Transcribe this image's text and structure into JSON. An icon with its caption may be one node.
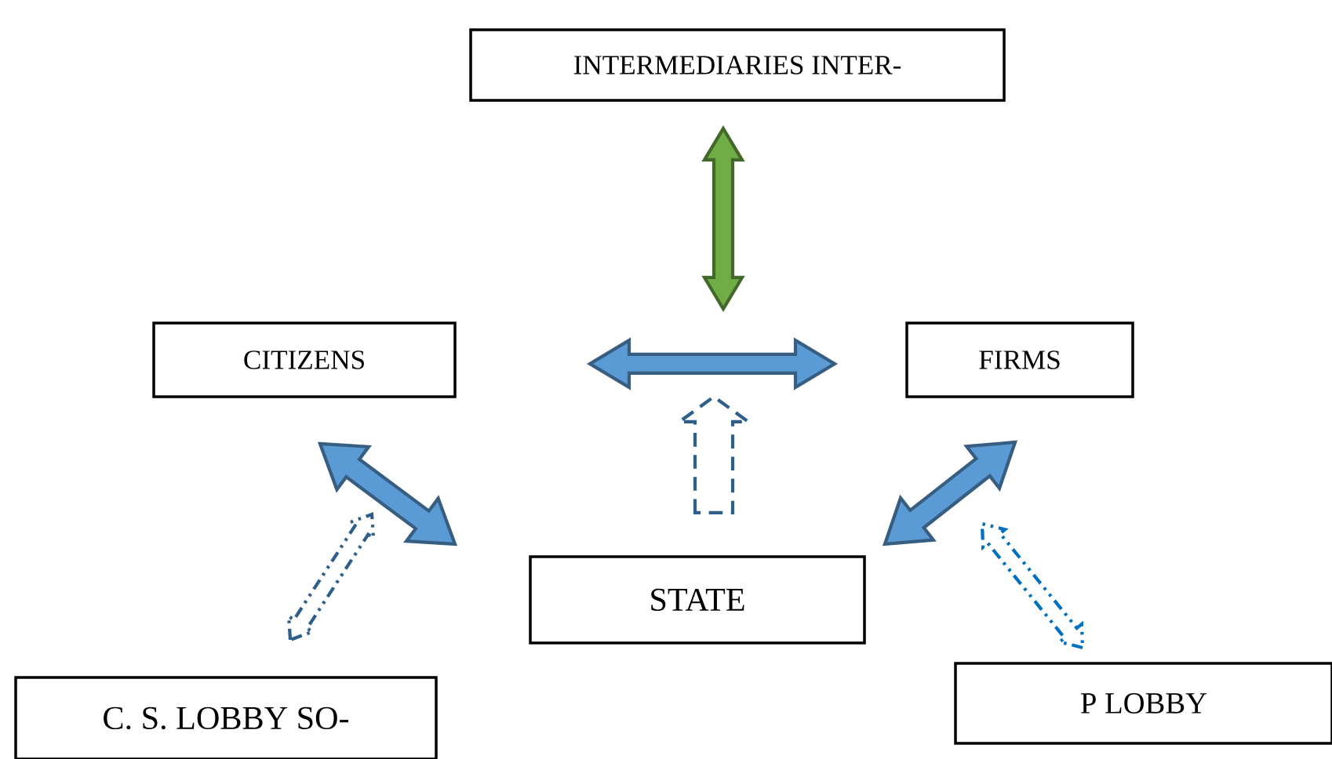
{
  "diagram": {
    "nodes": [
      {
        "text": [
          "INTERMEDIARIES INTER-"
        ]
      },
      {
        "text": [
          "CITIZENS"
        ]
      },
      {
        "text": [
          "FIRMS"
        ]
      },
      {
        "text": [
          "STATE"
        ]
      },
      {
        "text": [
          "C. S. LOBBY SO-"
        ]
      },
      {
        "text": [
          "P LOBBY"
        ]
      }
    ],
    "edges": [
      {
        "from": 0,
        "to": null,
        "arrow": "both",
        "color": "#70ad47"
      },
      {
        "from": 1,
        "to": 2,
        "arrow": "both"
      },
      {
        "from": 1,
        "to": 3,
        "arrow": "both"
      },
      {
        "from": 2,
        "to": 3,
        "arrow": "both"
      },
      {
        "from": 3,
        "to": null,
        "arrow": "to",
        "style": "dashed",
        "color": "#2e5f8a"
      },
      {
        "from": 4,
        "to": null,
        "arrow": "both",
        "style": "dashed",
        "color": "#2e5f8a"
      },
      {
        "from": 5,
        "to": null,
        "arrow": "both",
        "style": "dashed",
        "color": "#0070c0"
      }
    ]
  }
}
